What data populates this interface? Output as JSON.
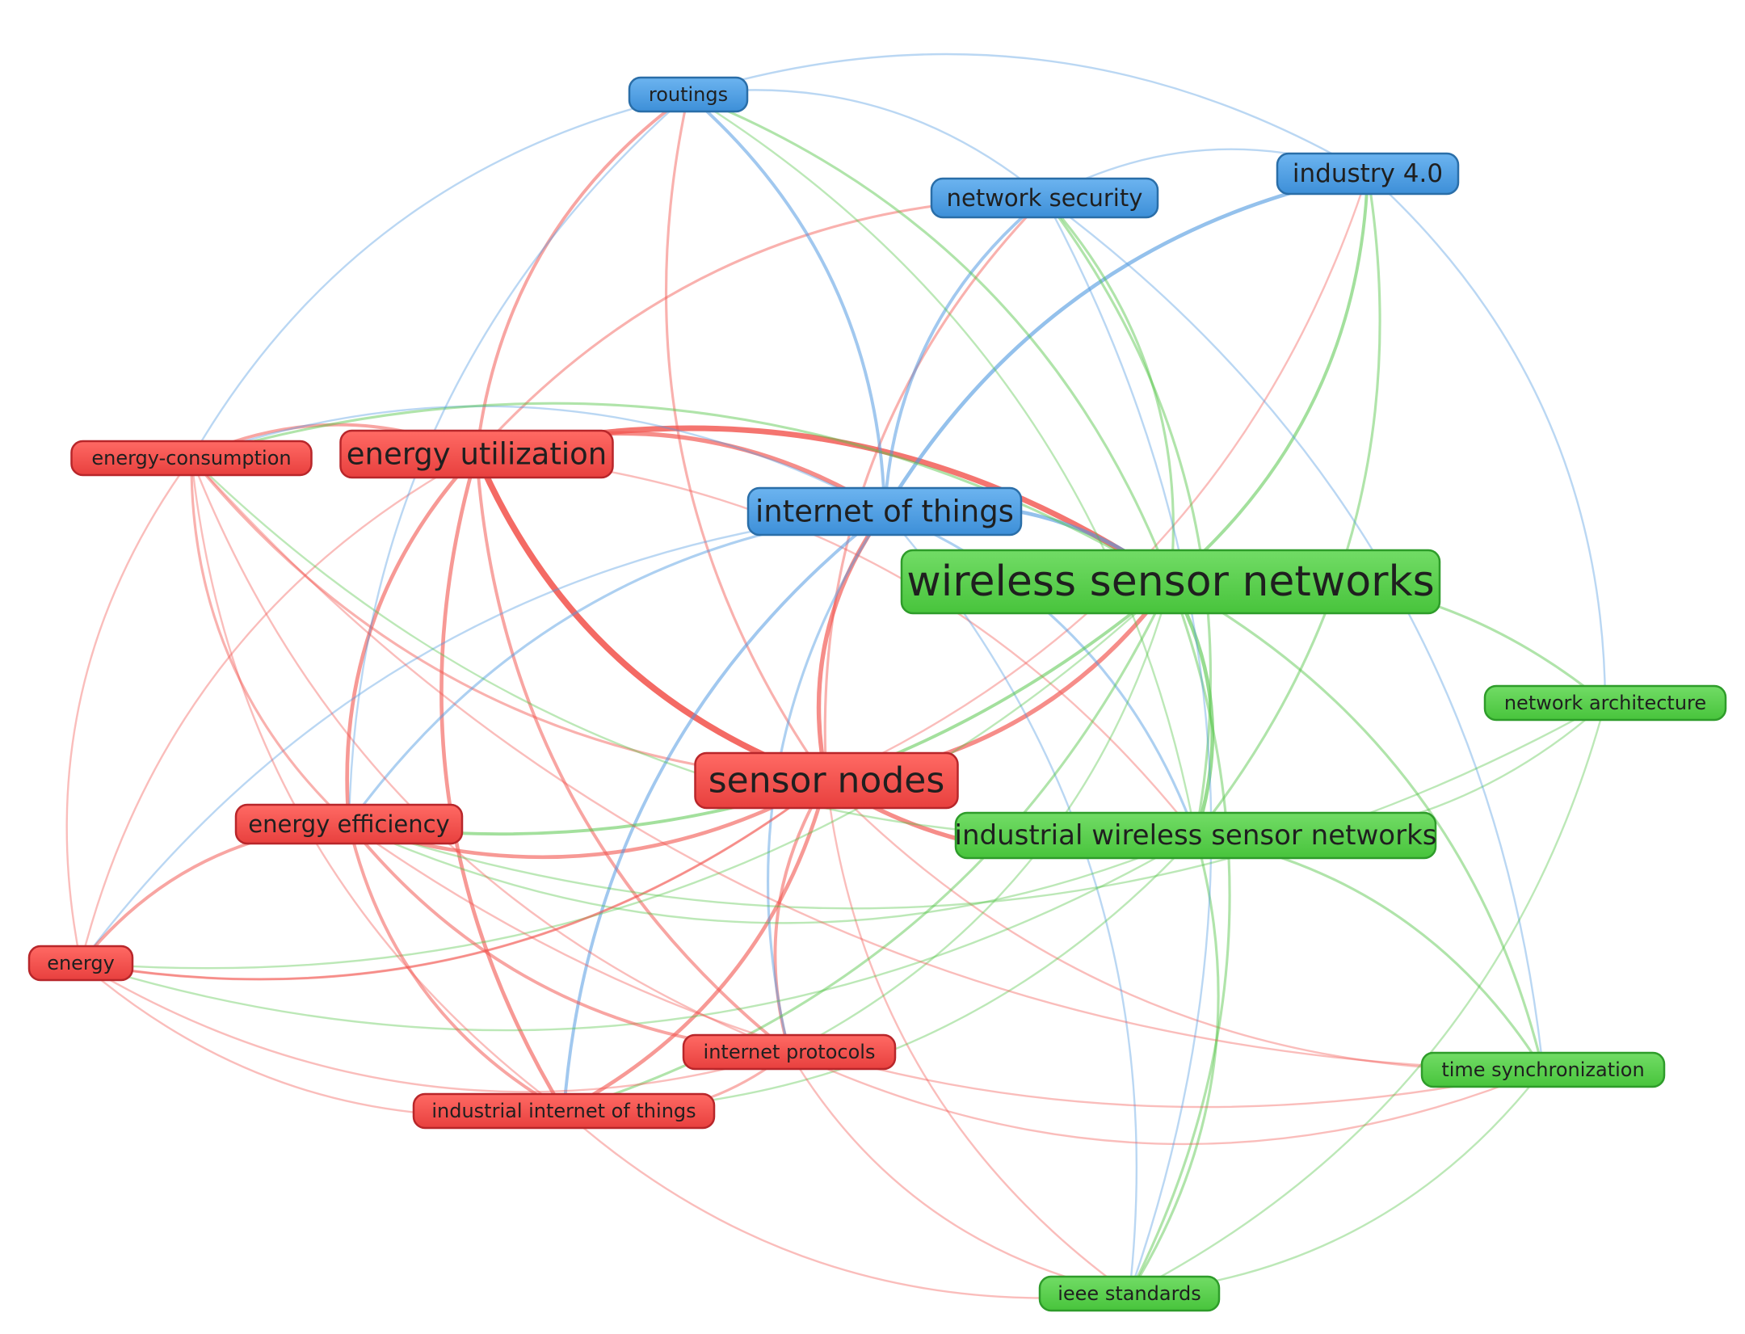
{
  "clusters": {
    "red": {
      "fill_top": "#ff6a64",
      "fill_bottom": "#e8403e",
      "edge": "#f2554f"
    },
    "blue": {
      "fill_top": "#6cb4f0",
      "fill_bottom": "#3d8fd8",
      "edge": "#4d98e0"
    },
    "green": {
      "fill_top": "#72dc66",
      "fill_bottom": "#48c43c",
      "edge": "#52c446"
    }
  },
  "nodes": [
    {
      "id": "routings",
      "label": "routings",
      "cluster": "blue",
      "weight": 2
    },
    {
      "id": "network-security",
      "label": "network security",
      "cluster": "blue",
      "weight": 2
    },
    {
      "id": "industry-4",
      "label": "industry 4.0",
      "cluster": "blue",
      "weight": 3
    },
    {
      "id": "internet-of-things",
      "label": "internet of things",
      "cluster": "blue",
      "weight": 4
    },
    {
      "id": "energy-consumption",
      "label": "energy-consumption",
      "cluster": "red",
      "weight": 2
    },
    {
      "id": "energy-utilization",
      "label": "energy utilization",
      "cluster": "red",
      "weight": 4
    },
    {
      "id": "sensor-nodes",
      "label": "sensor nodes",
      "cluster": "red",
      "weight": 5
    },
    {
      "id": "energy-efficiency",
      "label": "energy efficiency",
      "cluster": "red",
      "weight": 3
    },
    {
      "id": "energy",
      "label": "energy",
      "cluster": "red",
      "weight": 2
    },
    {
      "id": "internet-protocols",
      "label": "internet protocols",
      "cluster": "red",
      "weight": 2
    },
    {
      "id": "industrial-iot",
      "label": "industrial internet of things",
      "cluster": "red",
      "weight": 2
    },
    {
      "id": "wsn",
      "label": "wireless sensor networks",
      "cluster": "green",
      "weight": 6
    },
    {
      "id": "iwsn",
      "label": "industrial wireless sensor networks",
      "cluster": "green",
      "weight": 4
    },
    {
      "id": "network-architecture",
      "label": "network architecture",
      "cluster": "green",
      "weight": 2
    },
    {
      "id": "time-synchronization",
      "label": "time synchronization",
      "cluster": "green",
      "weight": 2
    },
    {
      "id": "ieee-standards",
      "label": "ieee standards",
      "cluster": "green",
      "weight": 2
    }
  ],
  "links": [
    {
      "source": "energy-utilization",
      "target": "sensor-nodes",
      "strength": 9
    },
    {
      "source": "energy-utilization",
      "target": "wsn",
      "strength": 8
    },
    {
      "source": "energy-utilization",
      "target": "internet-of-things",
      "strength": 6
    },
    {
      "source": "energy-utilization",
      "target": "energy-efficiency",
      "strength": 5
    },
    {
      "source": "energy-utilization",
      "target": "industrial-iot",
      "strength": 5
    },
    {
      "source": "energy-utilization",
      "target": "internet-protocols",
      "strength": 4
    },
    {
      "source": "energy-utilization",
      "target": "energy-consumption",
      "strength": 4
    },
    {
      "source": "energy-utilization",
      "target": "routings",
      "strength": 4
    },
    {
      "source": "energy-utilization",
      "target": "network-security",
      "strength": 3
    },
    {
      "source": "energy-utilization",
      "target": "energy",
      "strength": 2
    },
    {
      "source": "energy-utilization",
      "target": "iwsn",
      "strength": 2
    },
    {
      "source": "sensor-nodes",
      "target": "wsn",
      "strength": 6
    },
    {
      "source": "sensor-nodes",
      "target": "internet-of-things",
      "strength": 6
    },
    {
      "source": "sensor-nodes",
      "target": "iwsn",
      "strength": 6
    },
    {
      "source": "sensor-nodes",
      "target": "energy-efficiency",
      "strength": 5
    },
    {
      "source": "sensor-nodes",
      "target": "industrial-iot",
      "strength": 5
    },
    {
      "source": "sensor-nodes",
      "target": "internet-protocols",
      "strength": 4
    },
    {
      "source": "sensor-nodes",
      "target": "energy-consumption",
      "strength": 3
    },
    {
      "source": "sensor-nodes",
      "target": "network-security",
      "strength": 3
    },
    {
      "source": "sensor-nodes",
      "target": "routings",
      "strength": 3
    },
    {
      "source": "sensor-nodes",
      "target": "industry-4",
      "strength": 2
    },
    {
      "source": "sensor-nodes",
      "target": "time-synchronization",
      "strength": 2
    },
    {
      "source": "sensor-nodes",
      "target": "ieee-standards",
      "strength": 2
    },
    {
      "source": "sensor-nodes",
      "target": "energy",
      "strength": 2
    },
    {
      "source": "internet-of-things",
      "target": "wsn",
      "strength": 5
    },
    {
      "source": "internet-of-things",
      "target": "industry-4",
      "strength": 5
    },
    {
      "source": "internet-of-things",
      "target": "network-security",
      "strength": 4
    },
    {
      "source": "internet-of-things",
      "target": "routings",
      "strength": 4
    },
    {
      "source": "internet-of-things",
      "target": "industrial-iot",
      "strength": 4
    },
    {
      "source": "internet-of-things",
      "target": "energy-efficiency",
      "strength": 3
    },
    {
      "source": "internet-of-things",
      "target": "iwsn",
      "strength": 3
    },
    {
      "source": "internet-of-things",
      "target": "internet-protocols",
      "strength": 3
    },
    {
      "source": "internet-of-things",
      "target": "energy-consumption",
      "strength": 2
    },
    {
      "source": "internet-of-things",
      "target": "ieee-standards",
      "strength": 2
    },
    {
      "source": "internet-of-things",
      "target": "energy",
      "strength": 2
    },
    {
      "source": "wsn",
      "target": "iwsn",
      "strength": 5
    },
    {
      "source": "wsn",
      "target": "industry-4",
      "strength": 4
    },
    {
      "source": "wsn",
      "target": "network-security",
      "strength": 3
    },
    {
      "source": "wsn",
      "target": "routings",
      "strength": 3
    },
    {
      "source": "wsn",
      "target": "energy-efficiency",
      "strength": 4
    },
    {
      "source": "wsn",
      "target": "network-architecture",
      "strength": 3
    },
    {
      "source": "wsn",
      "target": "time-synchronization",
      "strength": 3
    },
    {
      "source": "wsn",
      "target": "ieee-standards",
      "strength": 3
    },
    {
      "source": "wsn",
      "target": "energy-consumption",
      "strength": 3
    },
    {
      "source": "wsn",
      "target": "industrial-iot",
      "strength": 3
    },
    {
      "source": "wsn",
      "target": "internet-protocols",
      "strength": 2
    },
    {
      "source": "wsn",
      "target": "energy",
      "strength": 2
    },
    {
      "source": "iwsn",
      "target": "network-security",
      "strength": 3
    },
    {
      "source": "iwsn",
      "target": "industry-4",
      "strength": 3
    },
    {
      "source": "iwsn",
      "target": "ieee-standards",
      "strength": 3
    },
    {
      "source": "iwsn",
      "target": "time-synchronization",
      "strength": 3
    },
    {
      "source": "iwsn",
      "target": "network-architecture",
      "strength": 2
    },
    {
      "source": "iwsn",
      "target": "energy-efficiency",
      "strength": 2
    },
    {
      "source": "iwsn",
      "target": "industrial-iot",
      "strength": 2
    },
    {
      "source": "iwsn",
      "target": "routings",
      "strength": 2
    },
    {
      "source": "iwsn",
      "target": "energy-consumption",
      "strength": 2
    },
    {
      "source": "iwsn",
      "target": "energy",
      "strength": 2
    },
    {
      "source": "energy-efficiency",
      "target": "energy",
      "strength": 4
    },
    {
      "source": "energy-efficiency",
      "target": "internet-protocols",
      "strength": 4
    },
    {
      "source": "energy-efficiency",
      "target": "industrial-iot",
      "strength": 4
    },
    {
      "source": "energy-efficiency",
      "target": "energy-consumption",
      "strength": 3
    },
    {
      "source": "energy-efficiency",
      "target": "time-synchronization",
      "strength": 2
    },
    {
      "source": "energy",
      "target": "sensor-nodes",
      "strength": 3
    },
    {
      "source": "energy",
      "target": "energy-consumption",
      "strength": 2
    },
    {
      "source": "energy",
      "target": "industrial-iot",
      "strength": 2
    },
    {
      "source": "energy",
      "target": "internet-protocols",
      "strength": 2
    },
    {
      "source": "internet-protocols",
      "target": "industrial-iot",
      "strength": 3
    },
    {
      "source": "internet-protocols",
      "target": "energy-consumption",
      "strength": 2
    },
    {
      "source": "internet-protocols",
      "target": "ieee-standards",
      "strength": 2
    },
    {
      "source": "internet-protocols",
      "target": "time-synchronization",
      "strength": 2
    },
    {
      "source": "industrial-iot",
      "target": "ieee-standards",
      "strength": 2
    },
    {
      "source": "industrial-iot",
      "target": "energy-consumption",
      "strength": 2
    },
    {
      "source": "routings",
      "target": "network-security",
      "strength": 2
    },
    {
      "source": "routings",
      "target": "industry-4",
      "strength": 2
    },
    {
      "source": "routings",
      "target": "energy-consumption",
      "strength": 2
    },
    {
      "source": "routings",
      "target": "energy-efficiency",
      "strength": 2
    },
    {
      "source": "network-security",
      "target": "industry-4",
      "strength": 2
    },
    {
      "source": "network-security",
      "target": "ieee-standards",
      "strength": 2
    },
    {
      "source": "network-security",
      "target": "time-synchronization",
      "strength": 2
    },
    {
      "source": "industry-4",
      "target": "network-architecture",
      "strength": 2
    },
    {
      "source": "network-architecture",
      "target": "ieee-standards",
      "strength": 2
    },
    {
      "source": "network-architecture",
      "target": "energy-efficiency",
      "strength": 2
    },
    {
      "source": "time-synchronization",
      "target": "ieee-standards",
      "strength": 2
    },
    {
      "source": "energy-consumption",
      "target": "time-synchronization",
      "strength": 2
    }
  ]
}
